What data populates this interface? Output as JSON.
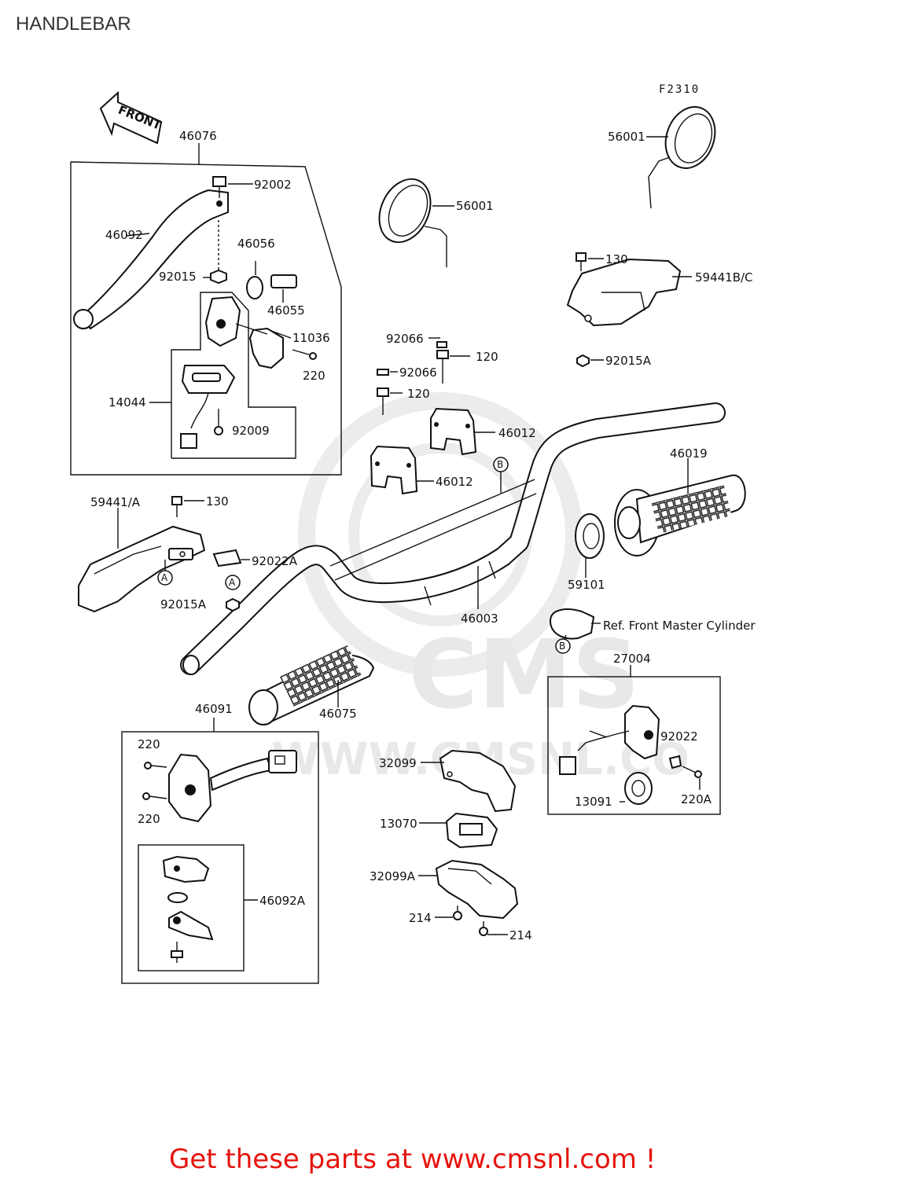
{
  "title": "HANDLEBAR",
  "diagram_code": "F2310",
  "footer": "Get these parts at www.cmsnl.com !",
  "watermark": {
    "brand": "CMS",
    "site": "WWW.CMSNL.CO"
  },
  "front_arrow": "FRONT",
  "ref_labels": {
    "A": "A",
    "B": "B"
  },
  "parts": {
    "p46076": "46076",
    "p92002": "92002",
    "p46092": "46092",
    "p46056": "46056",
    "p92015": "92015",
    "p46055": "46055",
    "p11036": "11036",
    "p220a": "220",
    "p14044": "14044",
    "p92009": "92009",
    "p56001a": "56001",
    "p56001b": "56001",
    "p130a": "130",
    "p59441bc": "59441B/C",
    "p92015a_top": "92015A",
    "p92066a": "92066",
    "p120a": "120",
    "p92066b": "92066",
    "p120b": "120",
    "p46012a": "46012",
    "p46012b": "46012",
    "p46019": "46019",
    "p59441a": "59441/A",
    "p130b": "130",
    "p92022a": "92022A",
    "p92015a_mid": "92015A",
    "p59101": "59101",
    "p46003": "46003",
    "p_ref": "Ref. Front Master Cylinder",
    "p27004": "27004",
    "p46091": "46091",
    "p220b": "220",
    "p220c": "220",
    "p46075": "46075",
    "p32099": "32099",
    "p92022": "92022",
    "p13070": "13070",
    "p13091": "13091",
    "p220A": "220A",
    "p46092A": "46092A",
    "p32099A": "32099A",
    "p214a": "214",
    "p214b": "214"
  }
}
